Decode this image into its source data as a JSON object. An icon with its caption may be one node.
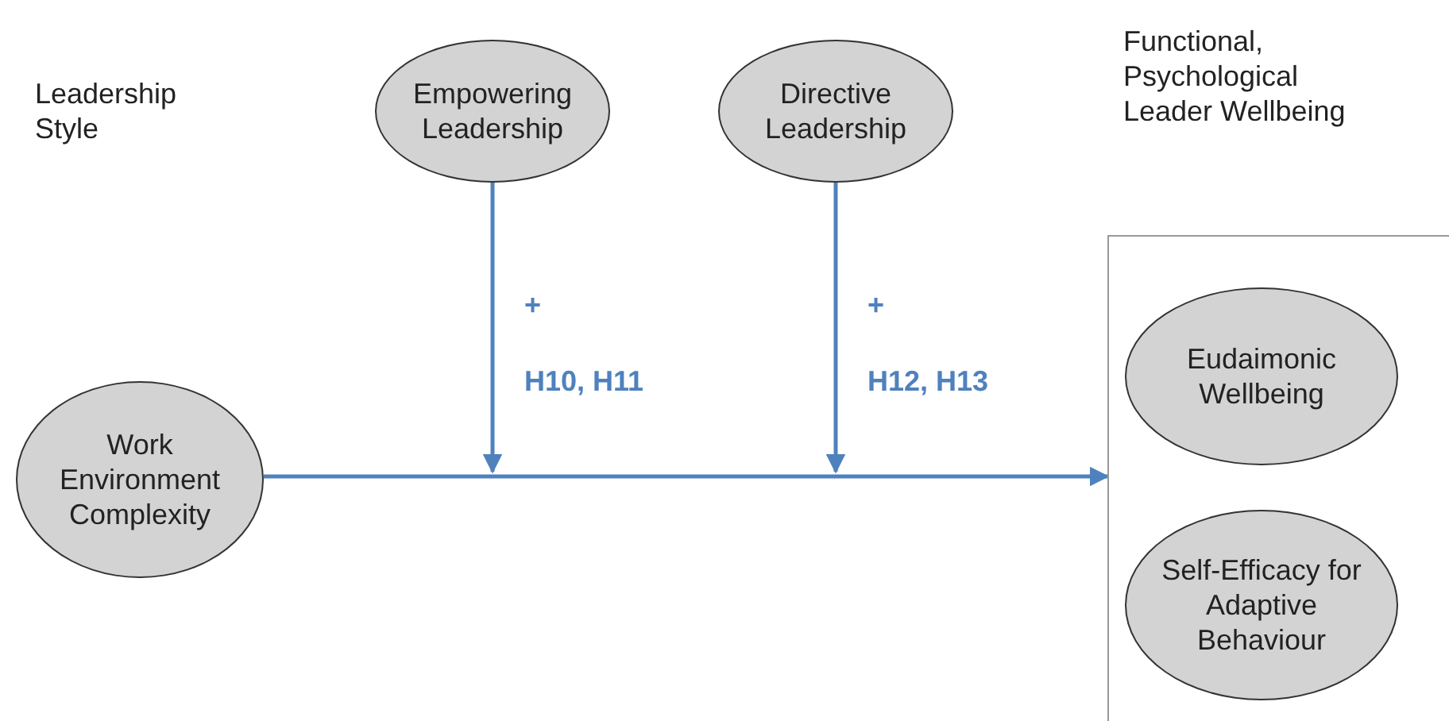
{
  "diagram": {
    "nodes": [
      {
        "text": [
          "Work Environment Complexity"
        ]
      },
      {
        "text": [
          "Empowering Leadership"
        ]
      },
      {
        "text": [
          "Directive Leadership"
        ]
      },
      {
        "text": [],
        "shape": "box"
      },
      {
        "text": [
          "Eudaimonic Wellbeing"
        ],
        "in": 3
      },
      {
        "text": [
          "Self-Efficacy for Adaptive Behaviour"
        ],
        "in": 3
      }
    ],
    "edges": [
      {
        "from": 0,
        "to": 3,
        "arrow": "to"
      },
      {
        "from": 1,
        "to": null,
        "arrow": "to",
        "label": "H10, H11"
      },
      {
        "from": 2,
        "to": null,
        "arrow": "to",
        "label": "H12, H13"
      }
    ],
    "labels": [
      "Leadership Style",
      "Functional, Psychological Leader Wellbeing",
      "+",
      "+"
    ]
  }
}
